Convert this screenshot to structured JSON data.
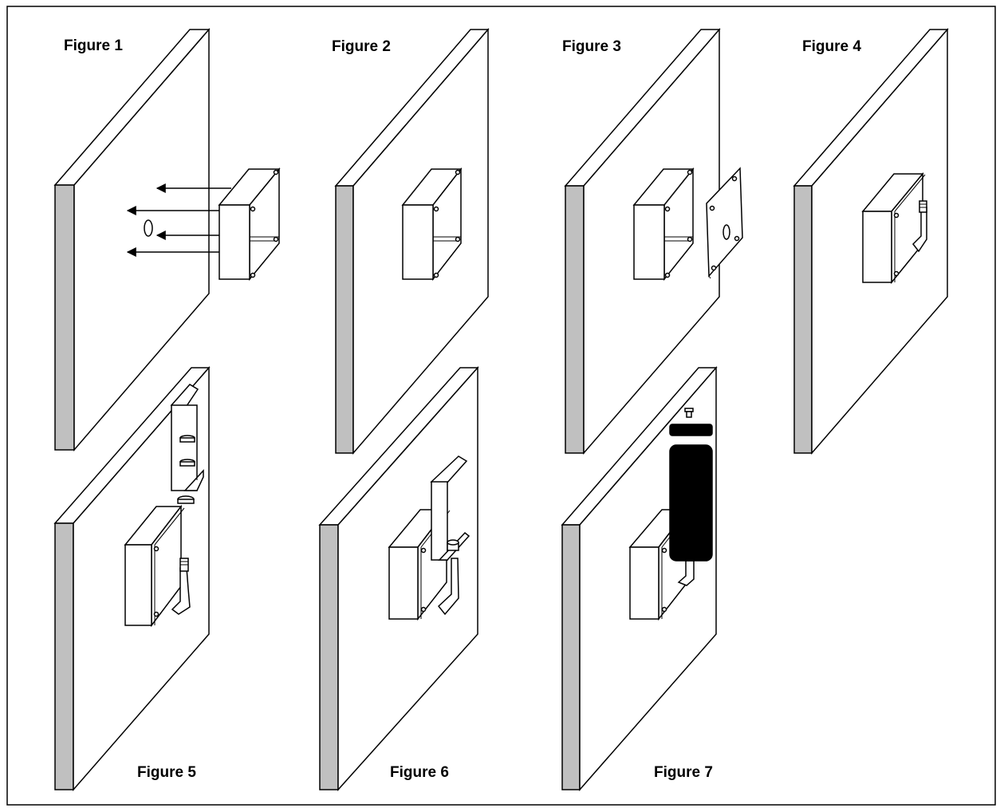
{
  "figures": {
    "f1": "Figure 1",
    "f2": "Figure 2",
    "f3": "Figure 3",
    "f4": "Figure 4",
    "f5": "Figure 5",
    "f6": "Figure 6",
    "f7": "Figure 7"
  },
  "colors": {
    "wall_edge": "#c0c0c0",
    "line": "#000000",
    "sensor_housing": "#000000",
    "background": "#ffffff"
  },
  "icons": {
    "arrows": "mounting-direction-arrows",
    "screw": "screw-icon"
  }
}
